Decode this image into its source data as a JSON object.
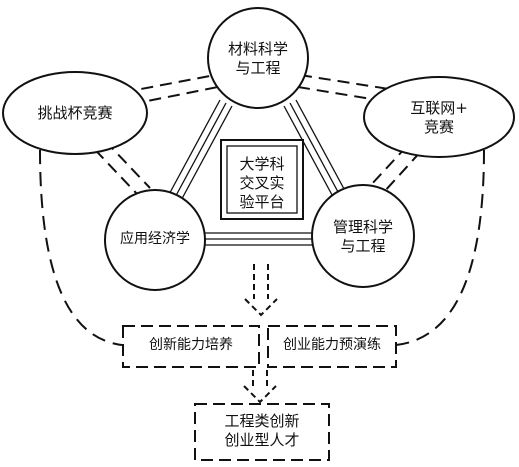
{
  "nodes": {
    "materials": "材料科学\n与工程",
    "economics": "应用经济学",
    "management": "管理科学\n与工程",
    "platform": "大学科\n交叉实\n验平台",
    "challenge_cup": "挑战杯竞赛",
    "internet_plus": "互联网+\n竞赛",
    "innovation_training": "创新能力培养",
    "entrepreneurship_drill": "创业能力预演练",
    "talent": "工程类创新\n创业型人才"
  }
}
